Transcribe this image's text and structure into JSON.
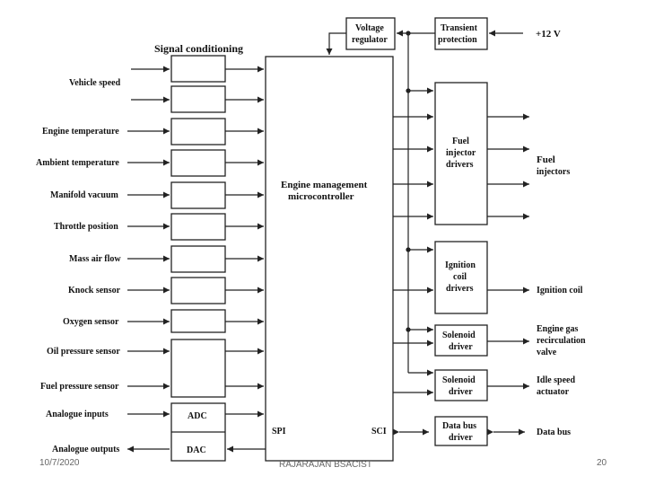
{
  "heading": "Signal conditioning",
  "sensors": [
    {
      "label": "Vehicle speed",
      "name": "vehicle-speed"
    },
    {
      "label": "Engine temperature",
      "name": "engine-temperature"
    },
    {
      "label": "Ambient temperature",
      "name": "ambient-temperature"
    },
    {
      "label": "Manifold vacuum",
      "name": "manifold-vacuum"
    },
    {
      "label": "Throttle position",
      "name": "throttle-position"
    },
    {
      "label": "Mass air flow",
      "name": "mass-air-flow"
    },
    {
      "label": "Knock sensor",
      "name": "knock-sensor"
    },
    {
      "label": "Oxygen sensor",
      "name": "oxygen-sensor"
    },
    {
      "label": "Oil pressure sensor",
      "name": "oil-pressure-sensor"
    },
    {
      "label": "Fuel pressure sensor",
      "name": "fuel-pressure-sensor"
    },
    {
      "label": "Analogue inputs",
      "name": "analogue-inputs"
    },
    {
      "label": "Analogue outputs",
      "name": "analogue-outputs"
    }
  ],
  "blocks": {
    "adc": "ADC",
    "dac": "DAC",
    "ecu_line1": "Engine management",
    "ecu_line2": "microcontroller",
    "spi": "SPI",
    "sci": "SCI",
    "vreg_line1": "Voltage",
    "vreg_line2": "regulator",
    "transient_line1": "Transient",
    "transient_line2": "protection",
    "fuel_drv_line1": "Fuel",
    "fuel_drv_line2": "injector",
    "fuel_drv_line3": "drivers",
    "ign_drv_line1": "Ignition",
    "ign_drv_line2": "coil",
    "ign_drv_line3": "drivers",
    "sol1_line1": "Solenoid",
    "sol1_line2": "driver",
    "sol2_line1": "Solenoid",
    "sol2_line2": "driver",
    "bus_line1": "Data bus",
    "bus_line2": "driver"
  },
  "outputs": {
    "supply": "+12 V",
    "fuel_line1": "Fuel",
    "fuel_line2": "injectors",
    "ignition": "Ignition coil",
    "egr_line1": "Engine gas",
    "egr_line2": "recirculation",
    "egr_line3": "valve",
    "idle_line1": "Idle speed",
    "idle_line2": "actuator",
    "databus": "Data bus"
  },
  "footer": {
    "date": "10/7/2020",
    "author": "RAJARAJAN BSACIST",
    "page": "20"
  }
}
